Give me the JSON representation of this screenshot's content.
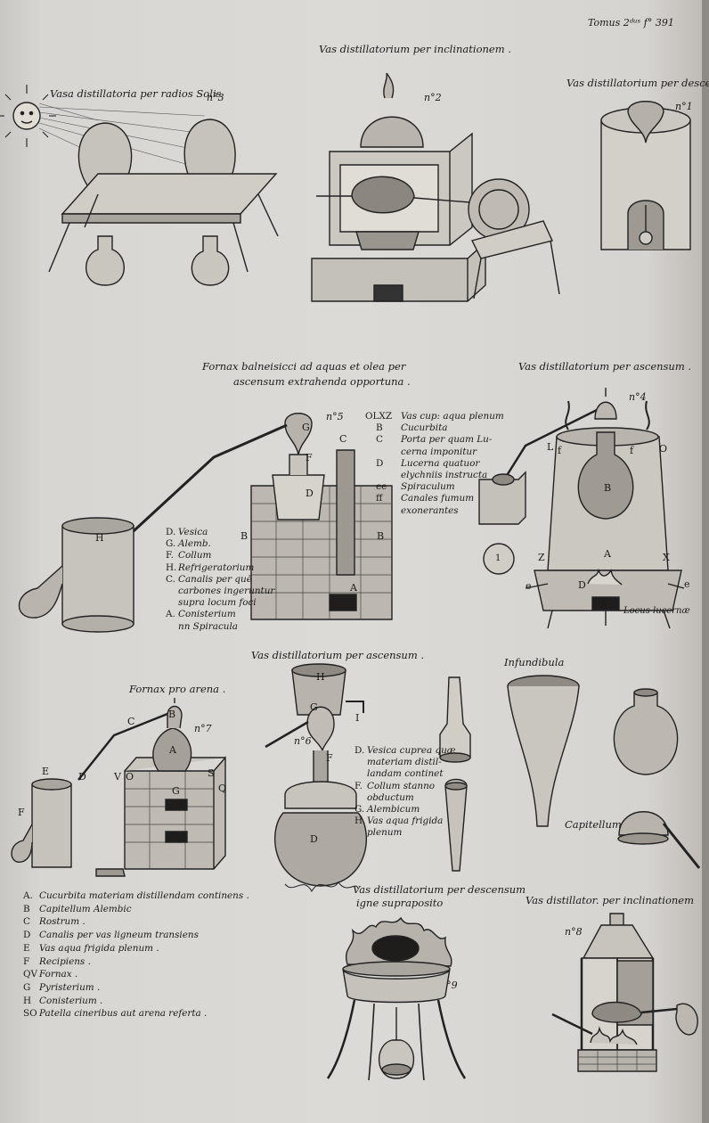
{
  "page_ref": "Tomus 2ᵈᵘˢ f° 391",
  "captions": {
    "fig1_title": "Vas distillatorium per descensum",
    "fig1_num": "n°1",
    "fig2_title": "Vas distillatorium per inclinationem .",
    "fig2_num": "n°2",
    "fig3_title": "Vasa distillatoria per radios Solis",
    "fig3_num": "n°3",
    "fig4_title": "Vas distillatorium per ascensum .",
    "fig4_num": "n°4",
    "fig5_title_line1": "Fornax balneisicci ad aquas et olea per",
    "fig5_title_line2": "ascensum extrahenda opportuna .",
    "fig5_num": "n°5",
    "fig6_title": "Vas distillatorium per ascensum .",
    "fig6_num": "n°6",
    "fig7_title": "Fornax pro arena .",
    "fig7_num": "n°7",
    "fig8_title": "Vas distillator. per inclinationem",
    "fig8_num": "n°8",
    "fig9_title_line1": "Vas distillatorium per descensum",
    "fig9_title_line2": "igne supraposito",
    "fig9_num": "n°9",
    "infundibula": "Infundibula",
    "capitellum": "Capitellum"
  },
  "fig4_legend": [
    {
      "key": "OLXZ",
      "text": "Vas cup: aqua plenum"
    },
    {
      "key": "B",
      "text": "Cucurbita"
    },
    {
      "key": "C",
      "text": "Porta per quam Lu-"
    },
    {
      "key": "",
      "text": "cerna imponitur"
    },
    {
      "key": "D",
      "text": "Lucerna quatuor"
    },
    {
      "key": "",
      "text": "elychniis instructa"
    },
    {
      "key": "ee",
      "text": "Spiraculum"
    },
    {
      "key": "ff",
      "text": "Canales fumum"
    },
    {
      "key": "",
      "text": "exonerantes"
    }
  ],
  "fig5_legend": [
    {
      "key": "D.",
      "text": "Vesica"
    },
    {
      "key": "G.",
      "text": "Alemb."
    },
    {
      "key": "F.",
      "text": "Collum"
    },
    {
      "key": "H.",
      "text": "Refrigeratorium"
    },
    {
      "key": "C.",
      "text": "Canalis per quē"
    },
    {
      "key": "",
      "text": "carbones ingeruntur"
    },
    {
      "key": "",
      "text": "supra locum foci"
    },
    {
      "key": "A.",
      "text": "Conisterium"
    },
    {
      "key": "",
      "text": "nn Spiracula"
    }
  ],
  "fig6_legend": [
    {
      "key": "D.",
      "text": "Vesica cuprea quæ"
    },
    {
      "key": "",
      "text": "materiam distil-"
    },
    {
      "key": "",
      "text": "landam continet"
    },
    {
      "key": "F.",
      "text": "Collum stanno"
    },
    {
      "key": "",
      "text": "obductum"
    },
    {
      "key": "G.",
      "text": "Alembicum"
    },
    {
      "key": "H.",
      "text": "Vas aqua frigida"
    },
    {
      "key": "",
      "text": "plenum"
    }
  ],
  "fig7_legend": [
    {
      "key": "A.",
      "text": "Cucurbita materiam distillendam continens ."
    },
    {
      "key": "B",
      "text": "Capitellum Alembic"
    },
    {
      "key": "C",
      "text": "Rostrum ."
    },
    {
      "key": "D",
      "text": "Canalis per vas ligneum transiens"
    },
    {
      "key": "E",
      "text": "Vas aqua frigida plenum ."
    },
    {
      "key": "F",
      "text": "Recipiens ."
    },
    {
      "key": "QV",
      "text": "Fornax ."
    },
    {
      "key": "G",
      "text": "Pyristerium ."
    },
    {
      "key": "H",
      "text": "Conisterium ."
    },
    {
      "key": "SO",
      "text": "Patella cineribus aut arena referta ."
    }
  ],
  "letters": {
    "fig4": {
      "L": "L",
      "O": "O",
      "B": "B",
      "Z": "Z",
      "A": "A",
      "X": "X",
      "D": "D",
      "C": "C",
      "e1": "e",
      "e2": "e",
      "f1": "f",
      "f2": "f",
      "locus": "Locus lucernæ",
      "disc": "1"
    },
    "fig5": {
      "G": "G",
      "F": "F",
      "D": "D",
      "C": "C",
      "H": "H",
      "B1": "B",
      "B2": "B",
      "A": "A"
    },
    "fig6": {
      "H": "H",
      "G": "G",
      "I": "I",
      "F": "F",
      "D": "D"
    },
    "fig7": {
      "B": "B",
      "C": "C",
      "A": "A",
      "E": "E",
      "D": "D",
      "V": "V",
      "O": "O",
      "S": "S",
      "G": "G",
      "Q": "Q",
      "F": "F"
    }
  }
}
